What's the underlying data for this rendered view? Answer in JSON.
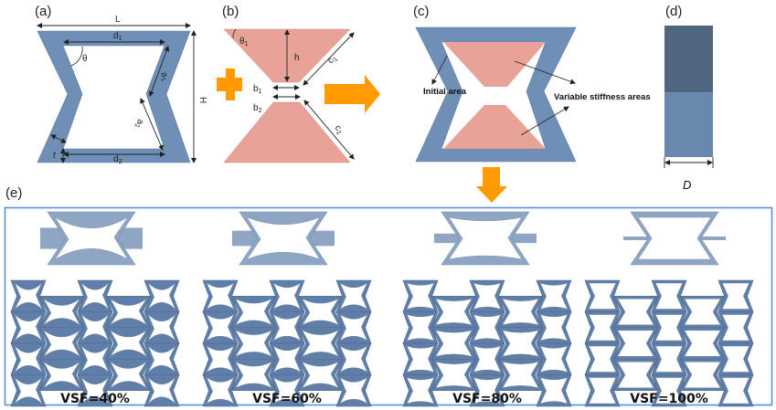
{
  "figure": {
    "colors": {
      "frame_blue": "#6f8fb7",
      "frame_edge": "#5a7aa3",
      "stiff_pink": "#e8a298",
      "arrow_orange": "#ff9a00",
      "box_border": "#5b8fd9",
      "lattice_fill": "#5f7ea8",
      "lattice_light": "#8ea6c4",
      "d_dark": "#50657f",
      "d_light": "#6889ad"
    },
    "panels": {
      "a": {
        "label": "(a)",
        "dims": {
          "L": "L",
          "H": "H",
          "theta": "θ",
          "d1": "d",
          "d1_sub": "1",
          "d2": "d",
          "d2_sub": "2",
          "a1": "a",
          "a1_sub": "1",
          "a2": "a",
          "a2_sub": "2",
          "t": "t"
        }
      },
      "b": {
        "label": "(b)",
        "dims": {
          "theta1": "θ",
          "theta1_sub": "1",
          "h": "h",
          "b1": "b",
          "b1_sub": "1",
          "b2": "b",
          "b2_sub": "2",
          "c1": "c",
          "c1_sub": "1",
          "c2": "c",
          "c2_sub": "2"
        }
      },
      "c": {
        "label": "(c)",
        "annotations": {
          "initial": "Initial area",
          "variable": "Variable stiffness areas"
        }
      },
      "d": {
        "label": "(d)",
        "dim": "D"
      },
      "e": {
        "label": "(e)",
        "variants": [
          {
            "label": "VSF=40%",
            "vsf": 40
          },
          {
            "label": "VSF=60%",
            "vsf": 60
          },
          {
            "label": "VSF=80%",
            "vsf": 80
          },
          {
            "label": "VSF=100%",
            "vsf": 100
          }
        ]
      }
    }
  }
}
